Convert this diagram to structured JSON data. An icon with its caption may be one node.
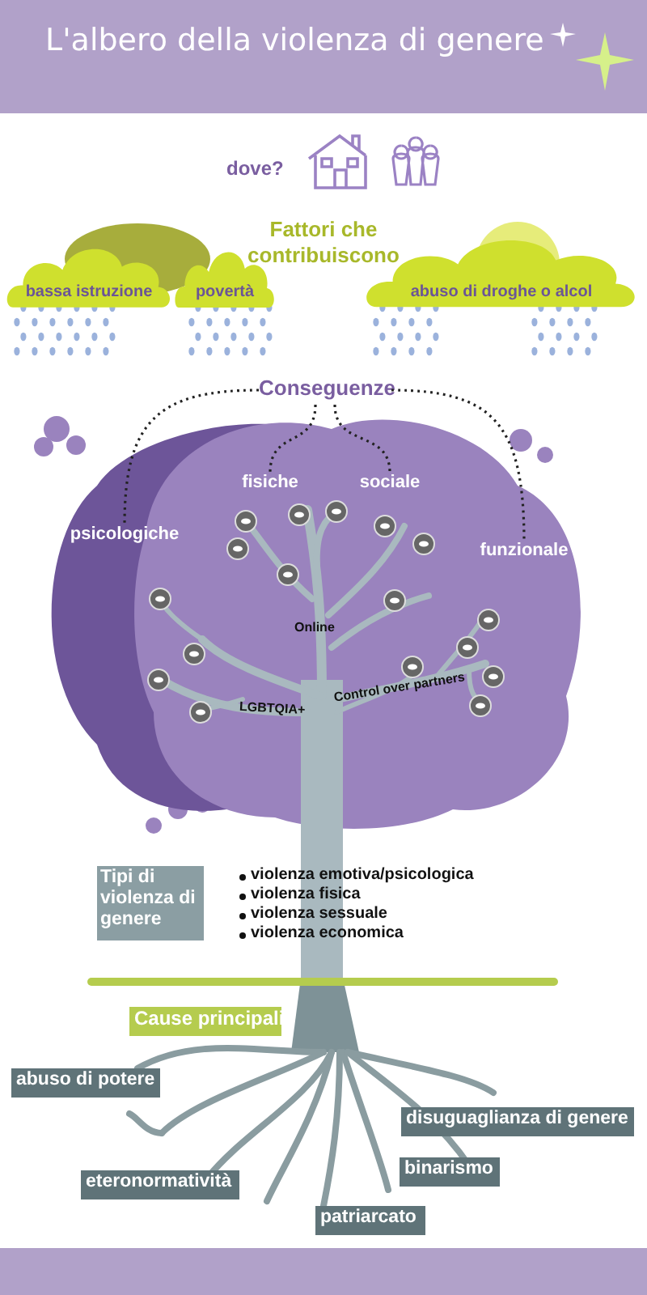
{
  "diagram": {
    "title": "L'albero della violenza di genere",
    "nodes": [
      {
        "text": [
          "bassa istruzione"
        ]
      },
      {
        "text": [
          "povertà"
        ]
      },
      {
        "text": [
          "abuso di droghe o alcol"
        ]
      },
      {
        "text": [
          "Conseguenze"
        ]
      },
      {
        "text": [
          "psicologiche"
        ]
      },
      {
        "text": [
          "fisiche"
        ]
      },
      {
        "text": [
          "sociale"
        ]
      },
      {
        "text": [
          "funzionale"
        ]
      },
      {
        "text": [
          "Tipi di violenza di genere"
        ]
      },
      {
        "text": [
          "Cause principali"
        ]
      },
      {
        "text": [
          "abuso di potere"
        ]
      },
      {
        "text": [
          "disuguaglianza di genere"
        ]
      },
      {
        "text": [
          "eteronormatività"
        ]
      },
      {
        "text": [
          "binarismo"
        ]
      },
      {
        "text": [
          "patriarcato"
        ]
      }
    ],
    "edges": [
      {
        "from": 3,
        "to": 4,
        "arrow": "none",
        "style": "dashed"
      },
      {
        "from": 3,
        "to": 5,
        "arrow": "none",
        "style": "dashed"
      },
      {
        "from": 3,
        "to": 6,
        "arrow": "none",
        "style": "dashed"
      },
      {
        "from": 3,
        "to": 7,
        "arrow": "none",
        "style": "dashed"
      }
    ],
    "labels": [
      "dove?",
      "Fattori che contribuiscono",
      "Online",
      "LGBTQIA+",
      "Control over partners",
      "violenza emotiva/psicologica",
      "violenza fisica",
      "violenza sessuale",
      "violenza economica"
    ]
  }
}
